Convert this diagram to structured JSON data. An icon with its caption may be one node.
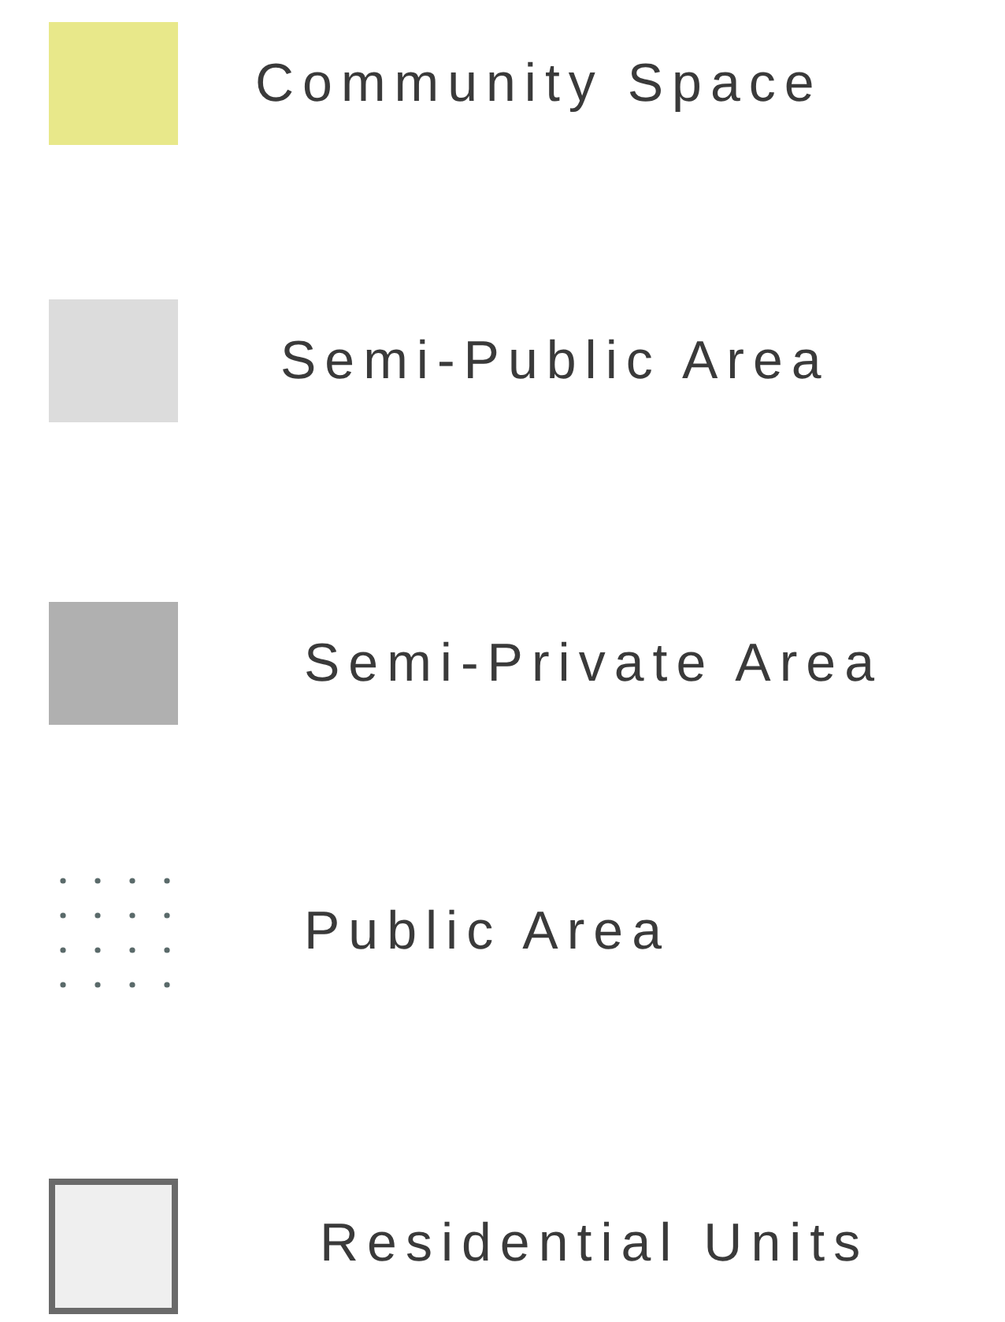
{
  "diagram": {
    "legend": [
      {
        "text": "Community Space",
        "color": "#e8e88a"
      },
      {
        "text": "Semi-Public Area",
        "color": "#dcdcdc"
      },
      {
        "text": "Semi-Private Area",
        "color": "#b0b0b0"
      },
      {
        "text": "Public Area"
      },
      {
        "text": "Residential Units"
      }
    ]
  }
}
